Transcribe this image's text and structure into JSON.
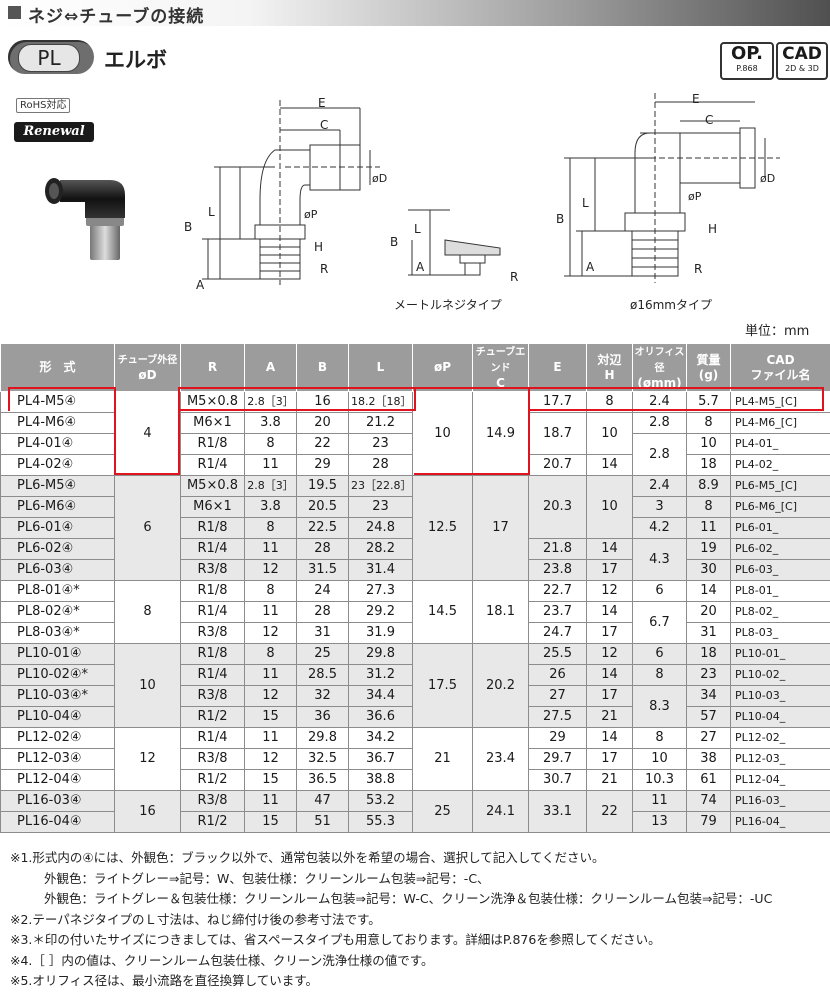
{
  "header": {
    "title": "ネジ⇔チューブの接続"
  },
  "product": {
    "code": "PL",
    "name": "エルボ",
    "rohs": "RoHS対応",
    "renewal": "Renewal"
  },
  "icons": {
    "op_label": "OP.",
    "op_page": "P.868",
    "cad_label": "CAD",
    "cad_sub": "2D & 3D"
  },
  "drawing": {
    "dims": {
      "E": "E",
      "C": "C",
      "L": "L",
      "B": "B",
      "A": "A",
      "D": "øD",
      "P": "øP",
      "H": "H",
      "R": "R"
    },
    "caption_metric": "メートルネジタイプ",
    "caption_16": "ø16mmタイプ"
  },
  "unit": "単位：mm",
  "table": {
    "headers": {
      "model": "形　式",
      "tube_od": [
        "チューブ外径",
        "øD"
      ],
      "r": "R",
      "a": "A",
      "b": "B",
      "l": "L",
      "p": "øP",
      "tube_end": [
        "チューブエンド",
        "C"
      ],
      "e": "E",
      "hex": [
        "対辺",
        "H"
      ],
      "orifice": [
        "オリフィス径",
        "(ømm)"
      ],
      "mass": [
        "質量",
        "(g)"
      ],
      "cad": [
        "CAD",
        "ファイル名"
      ]
    },
    "rows": [
      {
        "model": "PL4-M5④",
        "d": "4",
        "r": "M5×0.8",
        "a": "2.8［3］",
        "b": "16",
        "l": "18.2［18］",
        "p": "10",
        "c": "14.9",
        "e": "17.7",
        "h": "8",
        "o": "2.4",
        "w": "5.7",
        "cad": "PL4-M5_[C]"
      },
      {
        "model": "PL4-M6④",
        "r": "M6×1",
        "a": "3.8",
        "b": "20",
        "l": "21.2",
        "e": "18.7",
        "h": "10",
        "o": "2.8",
        "w": "8",
        "cad": "PL4-M6_[C]"
      },
      {
        "model": "PL4-01④",
        "r": "R1/8",
        "a": "8",
        "b": "22",
        "l": "23",
        "o": "2.8",
        "w": "10",
        "cad": "PL4-01_"
      },
      {
        "model": "PL4-02④",
        "r": "R1/4",
        "a": "11",
        "b": "29",
        "l": "28",
        "e": "20.7",
        "h": "14",
        "w": "18",
        "cad": "PL4-02_"
      },
      {
        "model": "PL6-M5④",
        "d": "6",
        "r": "M5×0.8",
        "a": "2.8［3］",
        "b": "19.5",
        "l": "23［22.8］",
        "p": "12.5",
        "c": "17",
        "e": "20.3",
        "h": "10",
        "o": "2.4",
        "w": "8.9",
        "cad": "PL6-M5_[C]"
      },
      {
        "model": "PL6-M6④",
        "r": "M6×1",
        "a": "3.8",
        "b": "20.5",
        "l": "23",
        "o": "3",
        "w": "8",
        "cad": "PL6-M6_[C]"
      },
      {
        "model": "PL6-01④",
        "r": "R1/8",
        "a": "8",
        "b": "22.5",
        "l": "24.8",
        "o": "4.2",
        "w": "11",
        "cad": "PL6-01_"
      },
      {
        "model": "PL6-02④",
        "r": "R1/4",
        "a": "11",
        "b": "28",
        "l": "28.2",
        "e": "21.8",
        "h": "14",
        "o": "4.3",
        "w": "19",
        "cad": "PL6-02_"
      },
      {
        "model": "PL6-03④",
        "r": "R3/8",
        "a": "12",
        "b": "31.5",
        "l": "31.4",
        "e": "23.8",
        "h": "17",
        "w": "30",
        "cad": "PL6-03_"
      },
      {
        "model": "PL8-01④*",
        "d": "8",
        "r": "R1/8",
        "a": "8",
        "b": "24",
        "l": "27.3",
        "p": "14.5",
        "c": "18.1",
        "e": "22.7",
        "h": "12",
        "o": "6",
        "w": "14",
        "cad": "PL8-01_"
      },
      {
        "model": "PL8-02④*",
        "r": "R1/4",
        "a": "11",
        "b": "28",
        "l": "29.2",
        "e": "23.7",
        "h": "14",
        "o": "6.7",
        "w": "20",
        "cad": "PL8-02_"
      },
      {
        "model": "PL8-03④*",
        "r": "R3/8",
        "a": "12",
        "b": "31",
        "l": "31.9",
        "e": "24.7",
        "h": "17",
        "w": "31",
        "cad": "PL8-03_"
      },
      {
        "model": "PL10-01④",
        "d": "10",
        "r": "R1/8",
        "a": "8",
        "b": "25",
        "l": "29.8",
        "p": "17.5",
        "c": "20.2",
        "e": "25.5",
        "h": "12",
        "o": "6",
        "w": "18",
        "cad": "PL10-01_"
      },
      {
        "model": "PL10-02④*",
        "r": "R1/4",
        "a": "11",
        "b": "28.5",
        "l": "31.2",
        "e": "26",
        "h": "14",
        "o": "8",
        "w": "23",
        "cad": "PL10-02_"
      },
      {
        "model": "PL10-03④*",
        "r": "R3/8",
        "a": "12",
        "b": "32",
        "l": "34.4",
        "e": "27",
        "h": "17",
        "o": "8.3",
        "w": "34",
        "cad": "PL10-03_"
      },
      {
        "model": "PL10-04④",
        "r": "R1/2",
        "a": "15",
        "b": "36",
        "l": "36.6",
        "e": "27.5",
        "h": "21",
        "w": "57",
        "cad": "PL10-04_"
      },
      {
        "model": "PL12-02④",
        "d": "12",
        "r": "R1/4",
        "a": "11",
        "b": "29.8",
        "l": "34.2",
        "p": "21",
        "c": "23.4",
        "e": "29",
        "h": "14",
        "o": "8",
        "w": "27",
        "cad": "PL12-02_"
      },
      {
        "model": "PL12-03④",
        "r": "R3/8",
        "a": "12",
        "b": "32.5",
        "l": "36.7",
        "e": "29.7",
        "h": "17",
        "o": "10",
        "w": "38",
        "cad": "PL12-03_"
      },
      {
        "model": "PL12-04④",
        "r": "R1/2",
        "a": "15",
        "b": "36.5",
        "l": "38.8",
        "e": "30.7",
        "h": "21",
        "o": "10.3",
        "w": "61",
        "cad": "PL12-04_"
      },
      {
        "model": "PL16-03④",
        "d": "16",
        "r": "R3/8",
        "a": "11",
        "b": "47",
        "l": "53.2",
        "p": "25",
        "c": "24.1",
        "e": "33.1",
        "h": "22",
        "o": "11",
        "w": "74",
        "cad": "PL16-03_"
      },
      {
        "model": "PL16-04④",
        "r": "R1/2",
        "a": "15",
        "b": "51",
        "l": "55.3",
        "o": "13",
        "w": "79",
        "cad": "PL16-04_"
      }
    ]
  },
  "notes": [
    "※1.形式内の④には、外観色：ブラック以外で、通常包装以外を希望の場合、選択して記入してください。",
    "外観色：ライトグレー⇒記号：W、包装仕様：クリーンルーム包装⇒記号：-C、",
    "外観色：ライトグレー＆包装仕様：クリーンルーム包装⇒記号：W-C、クリーン洗浄＆包装仕様：クリーンルーム包装⇒記号：-UC",
    "※2.テーパネジタイプのＬ寸法は、ねじ締付け後の参考寸法です。",
    "※3.＊印の付いたサイズにつきましては、省スペースタイプも用意しております。詳細はP.876を参照してください。",
    "※4.［ ］内の値は、クリーンルーム包装仕様、クリーン洗浄仕様の値です。",
    "※5.オリフィス径は、最小流路を直径換算しています。"
  ]
}
